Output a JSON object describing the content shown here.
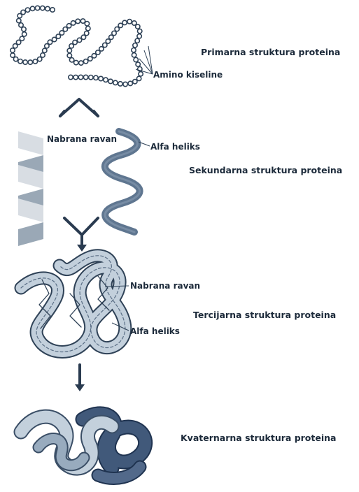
{
  "diagram": {
    "stages": [
      {
        "id": "primary",
        "title": "Primarna struktura proteina"
      },
      {
        "id": "secondary",
        "title": "Sekundarna struktura proteina"
      },
      {
        "id": "tertiary",
        "title": "Tercijarna struktura proteina"
      },
      {
        "id": "quaternary",
        "title": "Kvaternarna struktura proteina"
      }
    ],
    "labels": {
      "amino_acids": "Amino kiseline",
      "pleated_sheet_secondary": "Nabrana ravan",
      "alpha_helix_secondary": "Alfa heliks",
      "pleated_sheet_tertiary": "Nabrana ravan",
      "alpha_helix_tertiary": "Alfa heliks"
    },
    "colors": {
      "text": "#1c2a3a",
      "bead_stroke": "#2f4257",
      "sheet_light": "#d8dde3",
      "sheet_dark": "#9aa8b6",
      "helix": "#5f7690",
      "chain_light": "#c3d0dc",
      "chain_dark": "#41597a",
      "arrow": "#2a3b50"
    }
  }
}
